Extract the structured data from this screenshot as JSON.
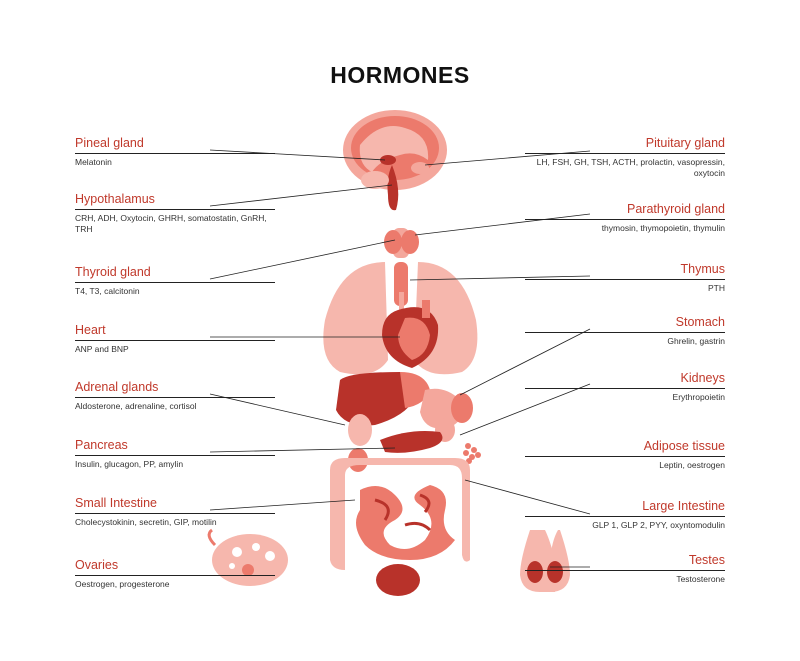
{
  "title": "HORMONES",
  "colors": {
    "label": "#c0392b",
    "organ_light": "#f6b7ad",
    "organ_mid": "#ec7a6c",
    "organ_dark": "#b8322a"
  },
  "left_labels": [
    {
      "name": "Pineal gland",
      "desc": "Melatonin"
    },
    {
      "name": "Hypothalamus",
      "desc": "CRH, ADH, Oxytocin, GHRH, somatostatin, GnRH, TRH"
    },
    {
      "name": "Thyroid gland",
      "desc": "T4, T3, calcitonin"
    },
    {
      "name": "Heart",
      "desc": "ANP and BNP"
    },
    {
      "name": "Adrenal glands",
      "desc": "Aldosterone, adrenaline, cortisol"
    },
    {
      "name": "Pancreas",
      "desc": "Insulin, glucagon, PP, amylin"
    },
    {
      "name": "Small Intestine",
      "desc": "Cholecystokinin, secretin, GIP, motilin"
    },
    {
      "name": "Ovaries",
      "desc": "Oestrogen, progesterone"
    }
  ],
  "right_labels": [
    {
      "name": "Pituitary gland",
      "desc": "LH, FSH, GH, TSH, ACTH, prolactin, vasopressin, oxytocin"
    },
    {
      "name": "Parathyroid gland",
      "desc": "thymosin, thymopoietin, thymulin"
    },
    {
      "name": "Thymus",
      "desc": "PTH"
    },
    {
      "name": "Stomach",
      "desc": "Ghrelin, gastrin"
    },
    {
      "name": "Kidneys",
      "desc": "Erythropoietin"
    },
    {
      "name": "Adipose tissue",
      "desc": "Leptin, oestrogen"
    },
    {
      "name": "Large Intestine",
      "desc": "GLP 1, GLP 2, PYY, oxyntomodulin"
    },
    {
      "name": "Testes",
      "desc": "Testosterone"
    }
  ]
}
